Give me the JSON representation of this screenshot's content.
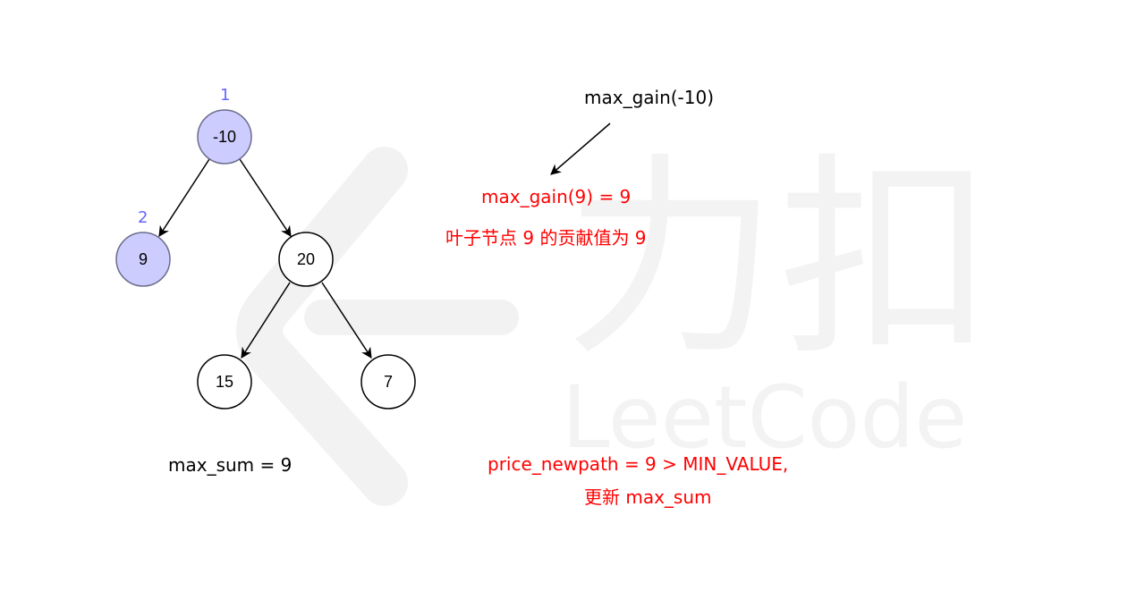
{
  "watermark": {
    "cn": "力扣",
    "en": "LeetCode"
  },
  "tree": {
    "nodes": [
      {
        "id": "n1",
        "value": "-10",
        "index_label": "1",
        "highlighted": true
      },
      {
        "id": "n2",
        "value": "9",
        "index_label": "2",
        "highlighted": true
      },
      {
        "id": "n3",
        "value": "20",
        "highlighted": false
      },
      {
        "id": "n4",
        "value": "15",
        "highlighted": false
      },
      {
        "id": "n5",
        "value": "7",
        "highlighted": false
      }
    ],
    "edges": [
      [
        "-10",
        "9"
      ],
      [
        "-10",
        "20"
      ],
      [
        "20",
        "15"
      ],
      [
        "20",
        "7"
      ]
    ],
    "highlight_fill": "#ccccff",
    "highlight_stroke": "#6c6c8c"
  },
  "annotations": {
    "call": "max_gain(-10)",
    "result": "max_gain(9) = 9",
    "explanation": "叶子节点 9 的贡献值为 9",
    "max_sum": "max_sum = 9",
    "price_line": "price_newpath = 9 > MIN_VALUE,",
    "update_line": "更新 max_sum"
  },
  "colors": {
    "annotation_red": "#ff0000",
    "index_blue": "#6666ff"
  }
}
